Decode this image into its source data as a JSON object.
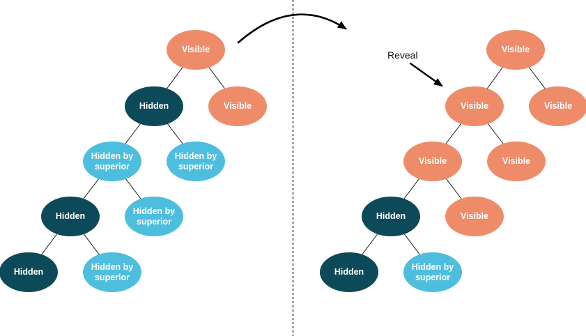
{
  "annotations": {
    "reveal_label": "Reveal"
  },
  "colors": {
    "visible_fill": "#EE8C6A",
    "hidden_fill": "#0D4A59",
    "hidden_by_superior_fill": "#4DBEDE",
    "node_text": "#FFFFFF",
    "line": "#000000"
  },
  "trees": {
    "before": {
      "nodes": [
        {
          "label": "Visible",
          "state": "visible"
        },
        {
          "label": "Hidden",
          "state": "hidden"
        },
        {
          "label": "Visible",
          "state": "visible"
        },
        {
          "label": "Hidden by superior",
          "state": "hidden_by_superior"
        },
        {
          "label": "Hidden by superior",
          "state": "hidden_by_superior"
        },
        {
          "label": "Hidden",
          "state": "hidden"
        },
        {
          "label": "Hidden by superior",
          "state": "hidden_by_superior"
        },
        {
          "label": "Hidden",
          "state": "hidden"
        },
        {
          "label": "Hidden by superior",
          "state": "hidden_by_superior"
        }
      ],
      "edges": [
        [
          0,
          1
        ],
        [
          0,
          2
        ],
        [
          1,
          3
        ],
        [
          1,
          4
        ],
        [
          3,
          5
        ],
        [
          3,
          6
        ],
        [
          5,
          7
        ],
        [
          5,
          8
        ]
      ]
    },
    "after": {
      "nodes": [
        {
          "label": "Visible",
          "state": "visible"
        },
        {
          "label": "Visible",
          "state": "visible"
        },
        {
          "label": "Visible",
          "state": "visible"
        },
        {
          "label": "Visible",
          "state": "visible"
        },
        {
          "label": "Visible",
          "state": "visible"
        },
        {
          "label": "Hidden",
          "state": "hidden"
        },
        {
          "label": "Visible",
          "state": "visible"
        },
        {
          "label": "Hidden",
          "state": "hidden"
        },
        {
          "label": "Hidden by superior",
          "state": "hidden_by_superior"
        }
      ],
      "edges": [
        [
          0,
          1
        ],
        [
          0,
          2
        ],
        [
          1,
          3
        ],
        [
          1,
          4
        ],
        [
          3,
          5
        ],
        [
          3,
          6
        ],
        [
          5,
          7
        ],
        [
          5,
          8
        ]
      ]
    }
  }
}
